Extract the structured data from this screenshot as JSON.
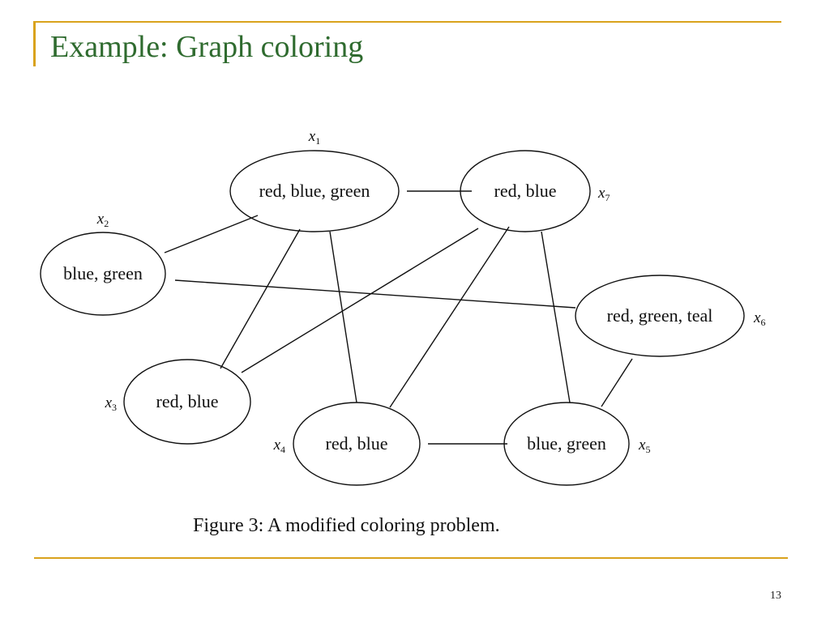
{
  "slide": {
    "title": "Example: Graph coloring",
    "page_number": "13"
  },
  "figure": {
    "caption": "Figure 3:  A modified coloring problem.",
    "nodes": [
      {
        "id": "x1",
        "var": "x",
        "sub": "1",
        "domain": "red, blue, green"
      },
      {
        "id": "x2",
        "var": "x",
        "sub": "2",
        "domain": "blue, green"
      },
      {
        "id": "x3",
        "var": "x",
        "sub": "3",
        "domain": "red, blue"
      },
      {
        "id": "x4",
        "var": "x",
        "sub": "4",
        "domain": "red, blue"
      },
      {
        "id": "x5",
        "var": "x",
        "sub": "5",
        "domain": "blue, green"
      },
      {
        "id": "x6",
        "var": "x",
        "sub": "6",
        "domain": "red, green, teal"
      },
      {
        "id": "x7",
        "var": "x",
        "sub": "7",
        "domain": "red, blue"
      }
    ],
    "edges": [
      [
        "x1",
        "x7"
      ],
      [
        "x1",
        "x2"
      ],
      [
        "x1",
        "x3"
      ],
      [
        "x1",
        "x4"
      ],
      [
        "x7",
        "x3"
      ],
      [
        "x7",
        "x4"
      ],
      [
        "x7",
        "x5"
      ],
      [
        "x2",
        "x6"
      ],
      [
        "x6",
        "x5"
      ],
      [
        "x4",
        "x5"
      ]
    ]
  },
  "colors": {
    "title": "#2f6b2f",
    "accent_rule": "#d9a21c"
  }
}
